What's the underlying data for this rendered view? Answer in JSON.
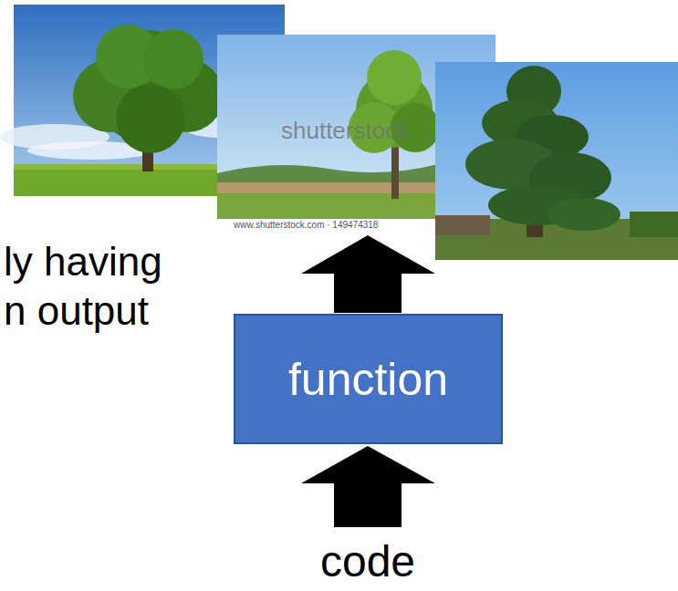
{
  "diagram": {
    "nodes": [
      {
        "text": [
          "function"
        ]
      }
    ],
    "labels": [
      "ly having",
      "n output",
      "shutterstock",
      "www.shutterstock.com · 149474318",
      "code"
    ]
  }
}
